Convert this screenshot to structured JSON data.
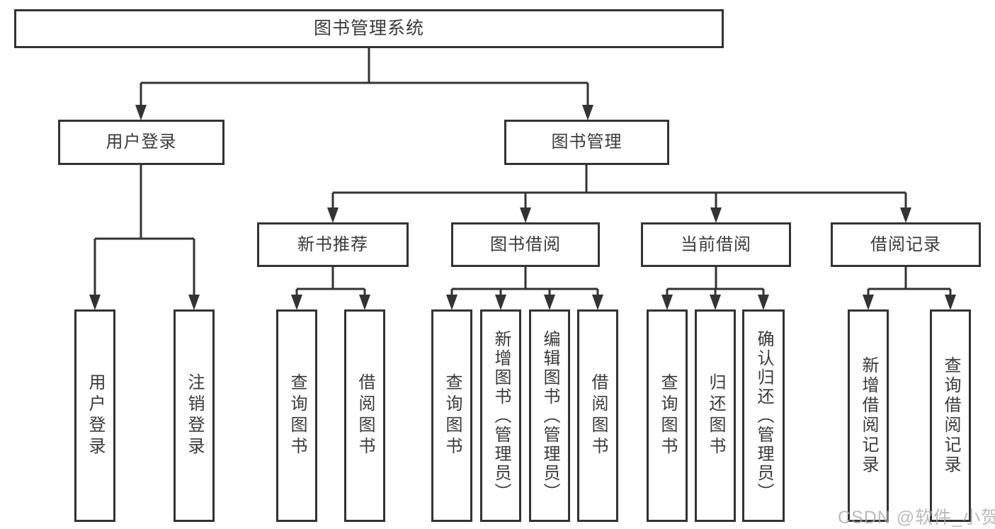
{
  "diagram": {
    "title": "图书管理系统",
    "root": {
      "label": "图书管理系统"
    },
    "level2": {
      "user_login": {
        "label": "用户登录"
      },
      "book_mgmt": {
        "label": "图书管理"
      }
    },
    "level3": {
      "new_book": {
        "label": "新书推荐"
      },
      "book_borrow": {
        "label": "图书借阅"
      },
      "current_borrow": {
        "label": "当前借阅"
      },
      "borrow_record": {
        "label": "借阅记录"
      }
    },
    "leaves": {
      "login": {
        "label": "用户登录",
        "parent": "用户登录"
      },
      "logout": {
        "label": "注销登录",
        "parent": "用户登录"
      },
      "nb_query": {
        "label": "查询图书",
        "parent": "新书推荐"
      },
      "nb_borrow": {
        "label": "借阅图书",
        "parent": "新书推荐"
      },
      "bb_query": {
        "label": "查询图书",
        "parent": "图书借阅"
      },
      "bb_add": {
        "label": "新增图书（管理员）",
        "parent": "图书借阅"
      },
      "bb_edit": {
        "label": "编辑图书（管理员）",
        "parent": "图书借阅"
      },
      "bb_borrow": {
        "label": "借阅图书",
        "parent": "图书借阅"
      },
      "cb_query": {
        "label": "查询图书",
        "parent": "当前借阅"
      },
      "cb_return": {
        "label": "归还图书",
        "parent": "当前借阅"
      },
      "cb_confirm": {
        "label": "确认归还（管理员）",
        "parent": "当前借阅"
      },
      "br_add": {
        "label": "新增借阅记录",
        "parent": "借阅记录"
      },
      "br_query": {
        "label": "查询借阅记录",
        "parent": "借阅记录"
      }
    }
  },
  "watermark": {
    "text": "CSDN @软件_小贺同学"
  },
  "colors": {
    "line": "#333333",
    "box_border": "#333333",
    "text": "#3a3a3a",
    "background": "#ffffff",
    "watermark": "#ababab"
  }
}
